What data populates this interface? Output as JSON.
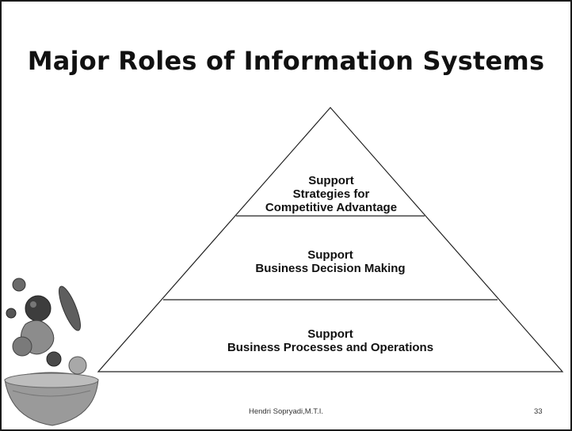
{
  "slide": {
    "title": "Major Roles of Information Systems",
    "pyramid": {
      "tiers": [
        {
          "lines": [
            "Support",
            "Strategies for",
            "Competitive Advantage"
          ]
        },
        {
          "lines": [
            "Support",
            "Business Decision Making"
          ]
        },
        {
          "lines": [
            "Support",
            "Business Processes and Operations"
          ]
        }
      ]
    },
    "footer": {
      "author": "Hendri Sopryadi,M.T.I.",
      "page_number": "33"
    },
    "decoration": {
      "image": "vegetables-salad-bowl-illustration"
    }
  }
}
